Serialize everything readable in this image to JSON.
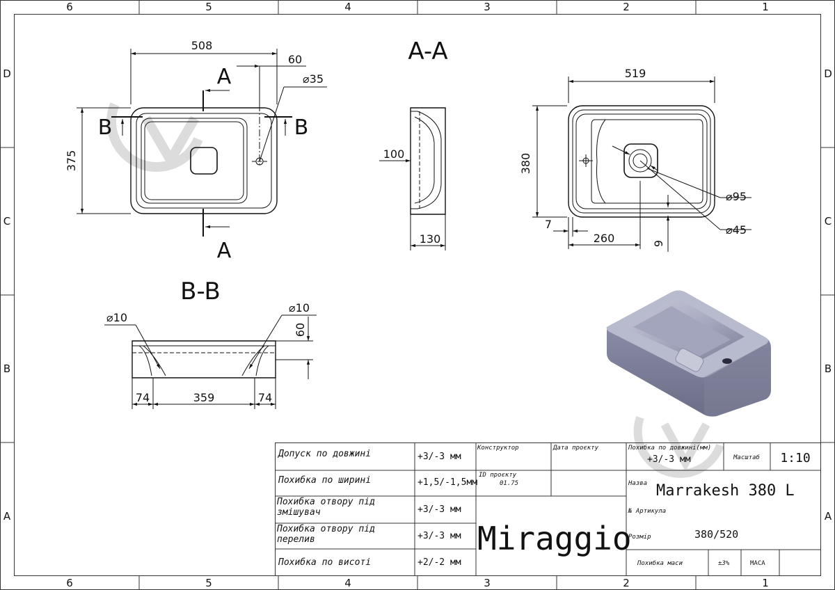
{
  "zones": {
    "columns": [
      "6",
      "5",
      "4",
      "3",
      "2",
      "1"
    ],
    "rows": [
      "D",
      "C",
      "B",
      "A"
    ]
  },
  "top_view": {
    "width": "508",
    "height": "375",
    "offset": "60",
    "hole_diameter": "⌀35",
    "section_a_top": "A",
    "section_a_bottom": "A",
    "section_b_left": "B",
    "section_b_right": "B"
  },
  "section_aa": {
    "title": "A-A",
    "depth": "100",
    "height": "130"
  },
  "bottom_view": {
    "width": "519",
    "height": "380",
    "edge": "7",
    "drain_offset": "260",
    "d95": "⌀95",
    "d45": "⌀45",
    "gap": "9"
  },
  "section_bb": {
    "title": "B-B",
    "d10_left": "⌀10",
    "d10_right": "⌀10",
    "height": "60",
    "side_left": "74",
    "middle": "359",
    "side_right": "74"
  },
  "title_block": {
    "rows": [
      {
        "label": "Допуск по довжині",
        "value": "+3/-3 мм"
      },
      {
        "label": "Похибка по ширині",
        "value": "+1,5/-1,5мм"
      },
      {
        "label": "Похибка отвору під змішувач",
        "value": "+3/-3 мм"
      },
      {
        "label": "Похибка отвору під перелив",
        "value": "+3/-3 мм"
      },
      {
        "label": "Похибка по висоті",
        "value": "+2/-2 мм"
      }
    ],
    "designer_label": "Конструктор",
    "date_label": "Дата проєкту",
    "project_id_label": "ID проєкту",
    "project_id": "01.75",
    "brand": "Miraggio",
    "length_tol_label": "Похибка по довжині(мм)",
    "length_tol_value": "+3/-3 мм",
    "scale_label": "Масштаб",
    "scale_value": "1:10",
    "name_label": "Назва",
    "name_value": "Marrakesh 380 L",
    "article_label": "№ Артикула",
    "size_label": "Розмір",
    "size_value": "380/520",
    "mass_tol_label": "Похибка маси",
    "mass_tol_value": "±3%",
    "mass_label": "МАСА"
  }
}
